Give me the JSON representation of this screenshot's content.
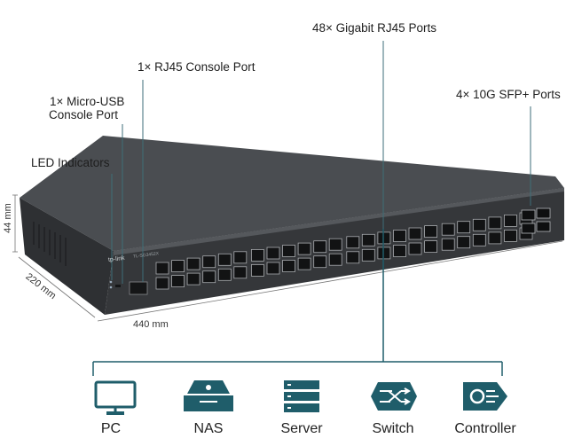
{
  "callouts": {
    "gigabit_ports": "48× Gigabit RJ45 Ports",
    "console_rj45": "1× RJ45 Console Port",
    "console_usb_line1": "1× Micro-USB",
    "console_usb_line2": "Console Port",
    "sfp_ports": "4× 10G SFP+ Ports",
    "led_indicators": "LED Indicators"
  },
  "dimensions": {
    "height": "44 mm",
    "depth": "220 mm",
    "width": "440 mm"
  },
  "brand": {
    "logo": "tp-link",
    "model": "TL-SG3452X"
  },
  "devices": [
    {
      "label": "PC",
      "icon": "monitor-icon"
    },
    {
      "label": "NAS",
      "icon": "nas-icon"
    },
    {
      "label": "Server",
      "icon": "server-icon"
    },
    {
      "label": "Switch",
      "icon": "switch-icon"
    },
    {
      "label": "Controller",
      "icon": "controller-icon"
    }
  ],
  "colors": {
    "accent": "#1f5d6a",
    "chassis": "#3a3c3f",
    "leader_line": "#3d6e78"
  }
}
